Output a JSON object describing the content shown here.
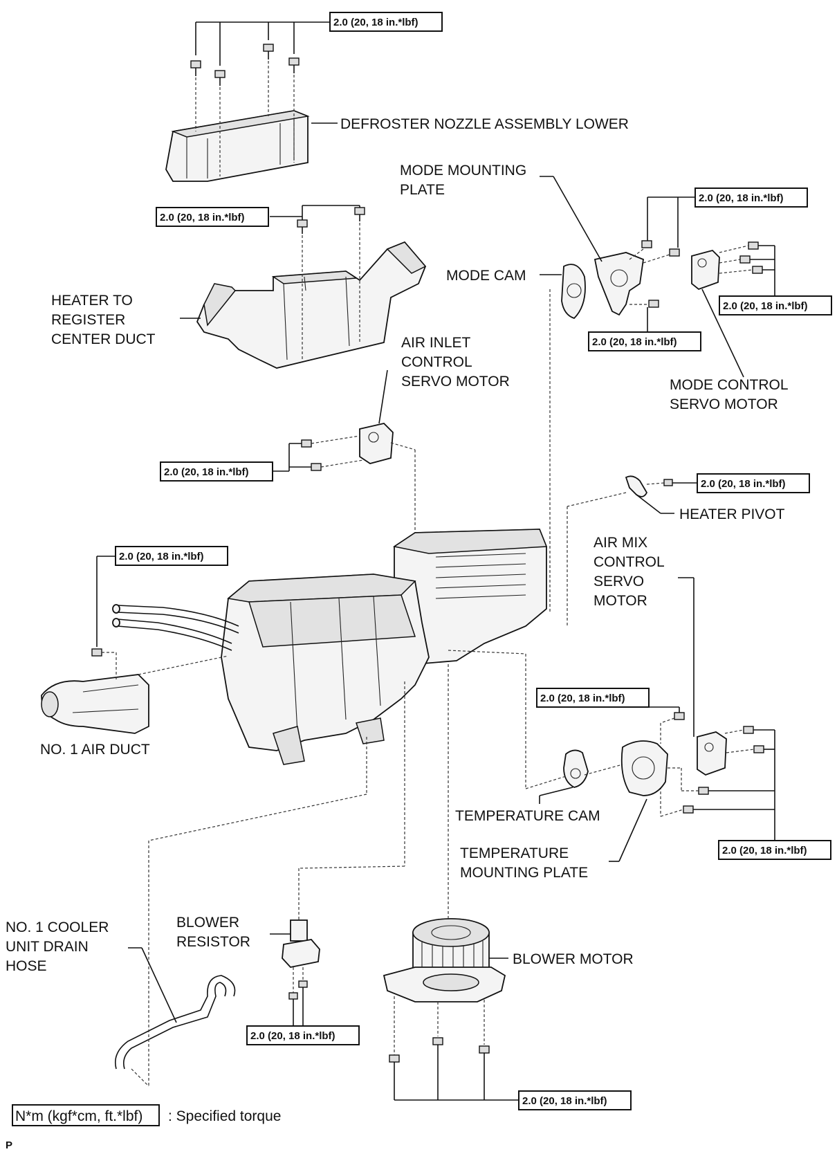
{
  "torque_spec": "2.0 (20, 18 in.*lbf)",
  "labels": {
    "defroster_nozzle": "DEFROSTER NOZZLE ASSEMBLY LOWER",
    "mode_mounting_plate_1": "MODE MOUNTING",
    "mode_mounting_plate_2": "PLATE",
    "mode_cam": "MODE CAM",
    "heater_duct_1": "HEATER TO",
    "heater_duct_2": "REGISTER",
    "heater_duct_3": "CENTER DUCT",
    "air_inlet_servo_1": "AIR INLET",
    "air_inlet_servo_2": "CONTROL",
    "air_inlet_servo_3": "SERVO MOTOR",
    "mode_servo_1": "MODE CONTROL",
    "mode_servo_2": "SERVO MOTOR",
    "heater_pivot": "HEATER PIVOT",
    "air_mix_servo_1": "AIR MIX",
    "air_mix_servo_2": "CONTROL",
    "air_mix_servo_3": "SERVO",
    "air_mix_servo_4": "MOTOR",
    "no1_air_duct": "NO. 1 AIR DUCT",
    "temperature_cam": "TEMPERATURE CAM",
    "temp_plate_1": "TEMPERATURE",
    "temp_plate_2": "MOUNTING PLATE",
    "drain_hose_1": "NO. 1 COOLER",
    "drain_hose_2": "UNIT DRAIN",
    "drain_hose_3": "HOSE",
    "blower_resistor_1": "BLOWER",
    "blower_resistor_2": "RESISTOR",
    "blower_motor": "BLOWER MOTOR"
  },
  "legend": {
    "box_text": "N*m (kgf*cm, ft.*lbf)",
    "description": ": Specified torque"
  },
  "footer_mark": "P"
}
